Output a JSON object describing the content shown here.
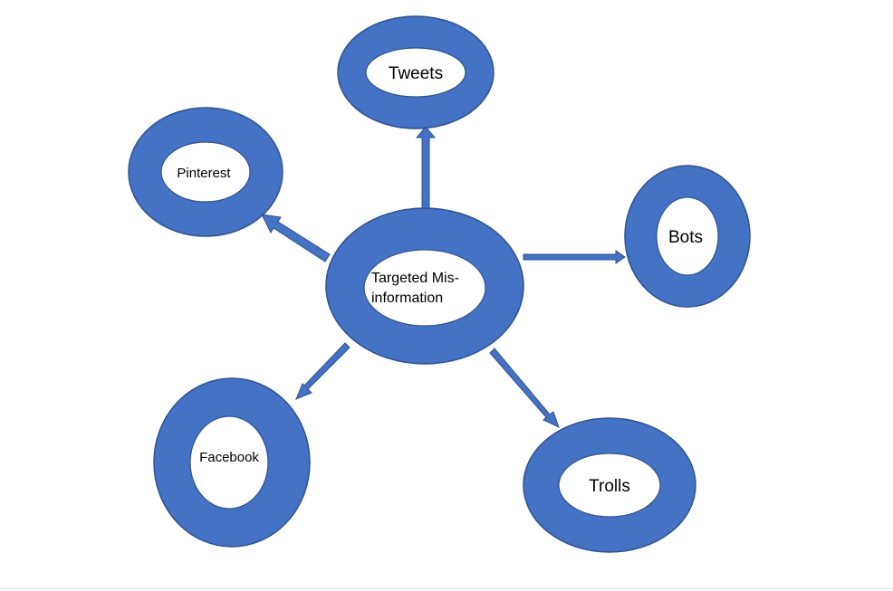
{
  "diagram": {
    "center": {
      "line1": "Targeted Mis-",
      "line2": "information"
    },
    "nodes": {
      "tweets": "Tweets",
      "pinterest": "Pinterest",
      "bots": "Bots",
      "facebook": "Facebook",
      "trolls": "Trolls"
    }
  },
  "colors": {
    "ring_fill": "#4472c4",
    "ring_stroke": "#2f528f",
    "background": "#ffffff"
  }
}
